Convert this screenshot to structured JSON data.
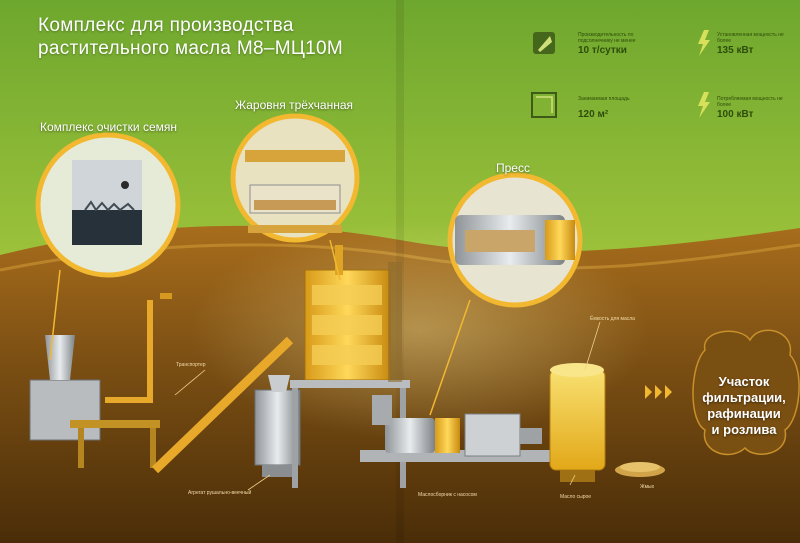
{
  "title": {
    "line1": "Комплекс для производства",
    "line2": "растительного масла М8–МЦ10М"
  },
  "callouts": {
    "cleaning": "Комплекс очистки семян",
    "roaster": "Жаровня трёхчанная",
    "press": "Пресс"
  },
  "specs": {
    "productivity": {
      "label": "Производительность по подсолнечнику не менее",
      "value": "10 т/сутки"
    },
    "installed_power": {
      "label": "Установленная мощность не более",
      "value": "135 кВт"
    },
    "area": {
      "label": "Занимаемая площадь",
      "value": "120 м²"
    },
    "consumed_power": {
      "label": "Потребляемая мощность не более",
      "value": "100 кВт"
    }
  },
  "labels": {
    "transporter": "Транспортер",
    "hulling_unit": "Агрегат рушально-веечный",
    "oil_tank": "Ёмкость для масла",
    "oil_pump": "Маслосборник с насосом",
    "raw_oil": "Масло сырое",
    "cake": "Жмых"
  },
  "next_section": {
    "line1": "Участок",
    "line2": "фильтрации,",
    "line3": "рафинации",
    "line4": "и розлива"
  },
  "colors": {
    "green_top": "#7db43a",
    "brown_bottom": "#6b4510",
    "accent": "#f2b830"
  }
}
